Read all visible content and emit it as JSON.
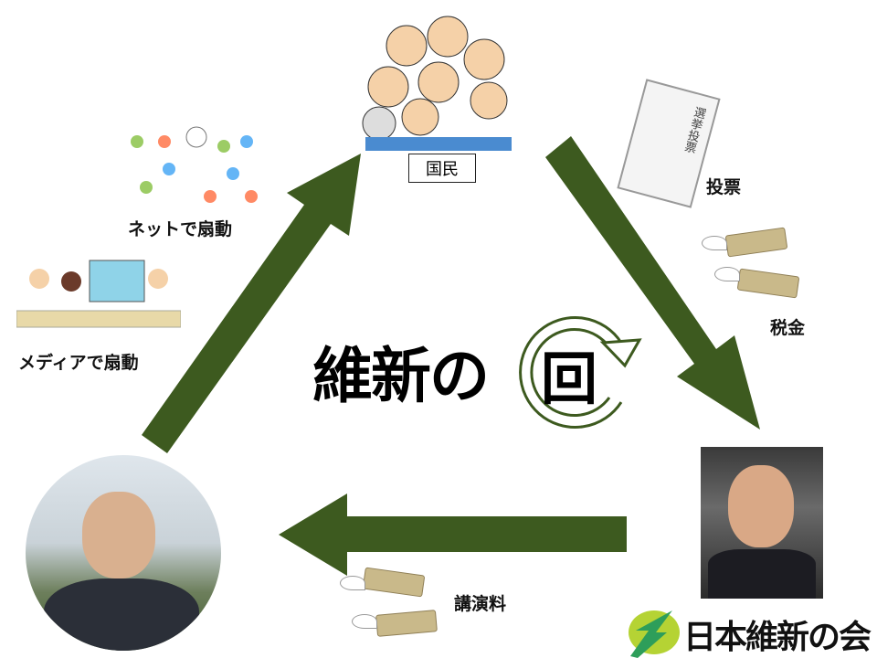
{
  "title": {
    "main": "維新の",
    "circle_char": "回"
  },
  "nodes": {
    "people": {
      "label": "国民"
    },
    "net_agitation": {
      "label": "ネットで扇動"
    },
    "media_agitation": {
      "label": "メディアで扇動"
    },
    "vote": {
      "label": "投票",
      "ballot_text": "選挙投票"
    },
    "tax": {
      "label": "税金"
    },
    "lecture_fee": {
      "label": "講演料"
    }
  },
  "logo": {
    "text": "日本維新の会"
  },
  "colors": {
    "arrow": "#3d5a1f",
    "circle": "#3d5a1f",
    "logo_green": "#8cc63f"
  }
}
